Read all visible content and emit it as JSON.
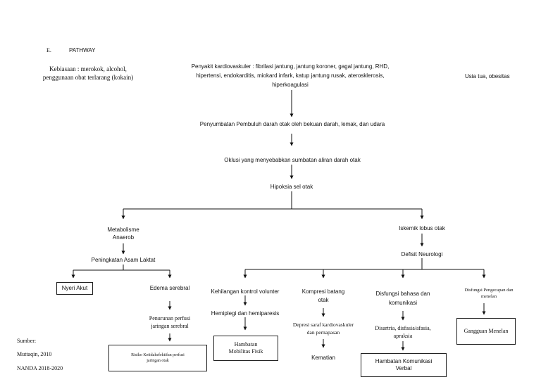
{
  "header": {
    "section_letter": "E.",
    "section_title": "PATHWAY"
  },
  "top": {
    "habits": "Kebiasaan : merokok, alcohol,\npenggunaan obat terlarang (kokain)",
    "cardio": "Penyakit kardiovaskuler : fibrilasi jantung, jantung koroner, gagal jantung, RHD,\nhipertensi, endokarditis, miokard infark, katup jantung rusak, aterosklerosis,\nhiperkoagulasi",
    "age": "Usia tua, obesitas"
  },
  "main": {
    "blockage": "Penyumbatan Pembuluh darah otak oleh bekuan darah, lemak, dan udara",
    "occlusion": "Oklusi yang menyebabkan sumbatan aliran darah otak",
    "hypoxia": "Hipoksia sel otak"
  },
  "left": {
    "metabolism": "Metabolisme\nAnaerob",
    "lactic": "Peningkatan Asam Laktat",
    "pain": "Nyeri Akut",
    "edema": "Edema serebral",
    "perfusion_decrease": "Penurunan perfusi\njaringan serebral",
    "perfusion_risk": "Risiko Ketidakefektifan perfusi\njaringan otak"
  },
  "right": {
    "ischemia": "Iskemik lobus  otak",
    "neuro_deficit": "Defisit Neurologi",
    "motor_loss": "Kehilangan kontrol volunter",
    "hemiplegia": "Hemiplegi dan hemiparesis",
    "mobility": "Hambatan\nMobilitas Fisik",
    "compression": "Kompresi batang\notak",
    "depression": "Depresi saraf kardiovaskuler\ndan pernapasan",
    "death": "Kematian",
    "language": "Disfungsi bahasa dan\nkomunikasi",
    "dysarthria": "Disartria, disfasia/afasia,\napraksia",
    "communication": "Hambatan Komunikasi\nVerbal",
    "swallow_dysfunction": "Disfungsi Pengecapan dan\nmenelan",
    "swallow_disorder": "Gangguan Menelan"
  },
  "source": {
    "label": "Sumber:",
    "ref1": "Muttaqin, 2010",
    "ref2": "NANDA 2018-2020"
  }
}
